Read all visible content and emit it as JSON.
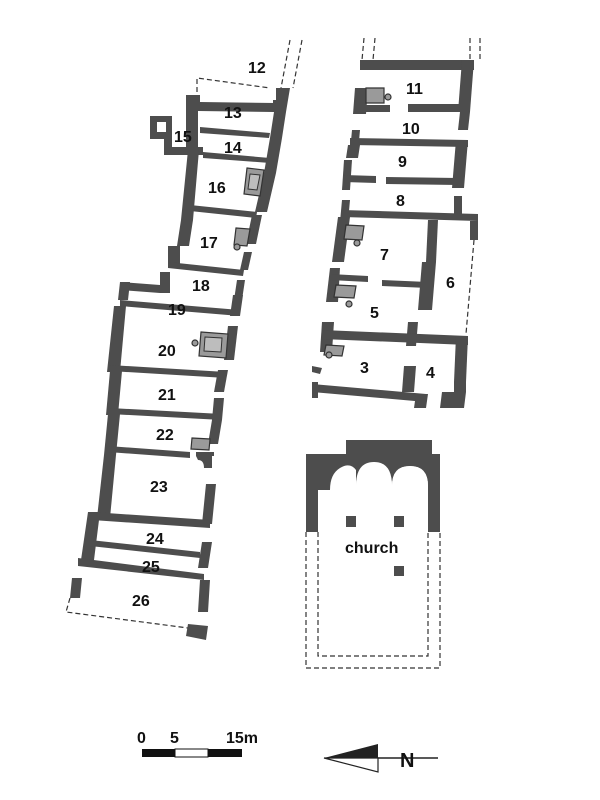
{
  "colors": {
    "wall": "#4d4d4d",
    "feature": "#9a9a9a",
    "background": "#ffffff",
    "text": "#111111"
  },
  "rooms": {
    "r1": "12",
    "r2": "13",
    "r3": "14",
    "r4": "15",
    "r5": "16",
    "r6": "17",
    "r7": "18",
    "r8": "19",
    "r9": "20",
    "r10": "21",
    "r11": "22",
    "r12": "23",
    "r13": "24",
    "r14": "25",
    "r15": "26",
    "e1": "11",
    "e2": "10",
    "e3": "9",
    "e4": "8",
    "e5": "7",
    "e6": "6",
    "e7": "5",
    "e8": "3",
    "e9": "4",
    "church": "church"
  },
  "scale_bar": {
    "label_0": "0",
    "label_5": "5",
    "label_15": "15m"
  },
  "north_arrow": {
    "label": "N"
  }
}
